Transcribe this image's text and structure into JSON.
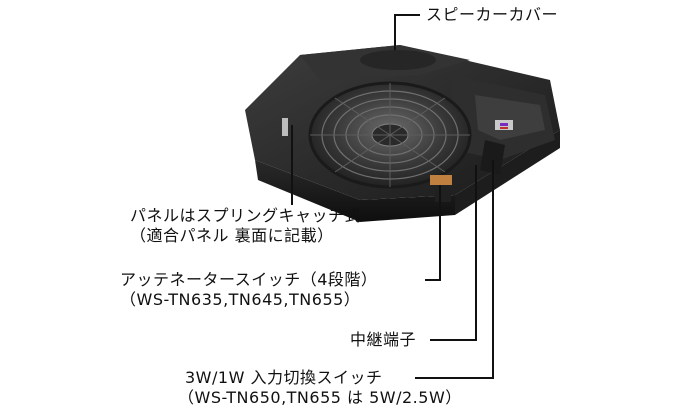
{
  "callouts": {
    "speaker_cover": "スピーカーカバー",
    "panel_spring": {
      "line1": "パネルはスプリングキャッチ式",
      "line2": "（適合パネル 裏面に記載）"
    },
    "attenuator": {
      "line1": "アッテネータースイッチ（4段階）",
      "line2": "（WS-TN635,TN645,TN655）"
    },
    "relay_terminal": "中継端子",
    "input_switch": {
      "line1": "3W/1W 入力切換スイッチ",
      "line2": "（WS-TN650,TN655 は 5W/2.5W）"
    }
  },
  "colors": {
    "background": "#ffffff",
    "text": "#111111",
    "leader_line": "#111111",
    "device_body": "#2b2b2b"
  }
}
